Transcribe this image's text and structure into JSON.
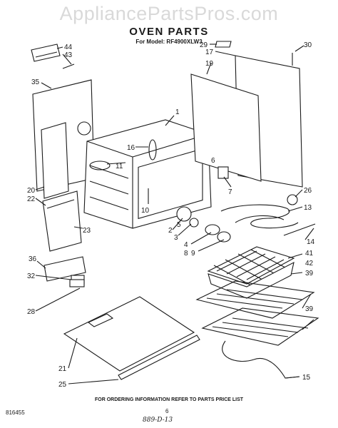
{
  "watermark": "AppliancePartsPros.com",
  "title": "OVEN PARTS",
  "model_line": "For Model: RF4900XLW3",
  "part_labels": [
    "44",
    "43",
    "35",
    "1",
    "16",
    "11",
    "20",
    "22",
    "23",
    "10",
    "2",
    "3",
    "4",
    "8",
    "9",
    "36",
    "32",
    "28",
    "21",
    "25",
    "29",
    "17",
    "19",
    "30",
    "6",
    "7",
    "26",
    "13",
    "14",
    "41",
    "42",
    "39",
    "39",
    "15",
    "5"
  ],
  "footer": "FOR ORDERING INFORMATION REFER TO PARTS PRICE LIST",
  "doc_code": "816455",
  "page_number": "6",
  "handwritten_note": "889-D-13"
}
